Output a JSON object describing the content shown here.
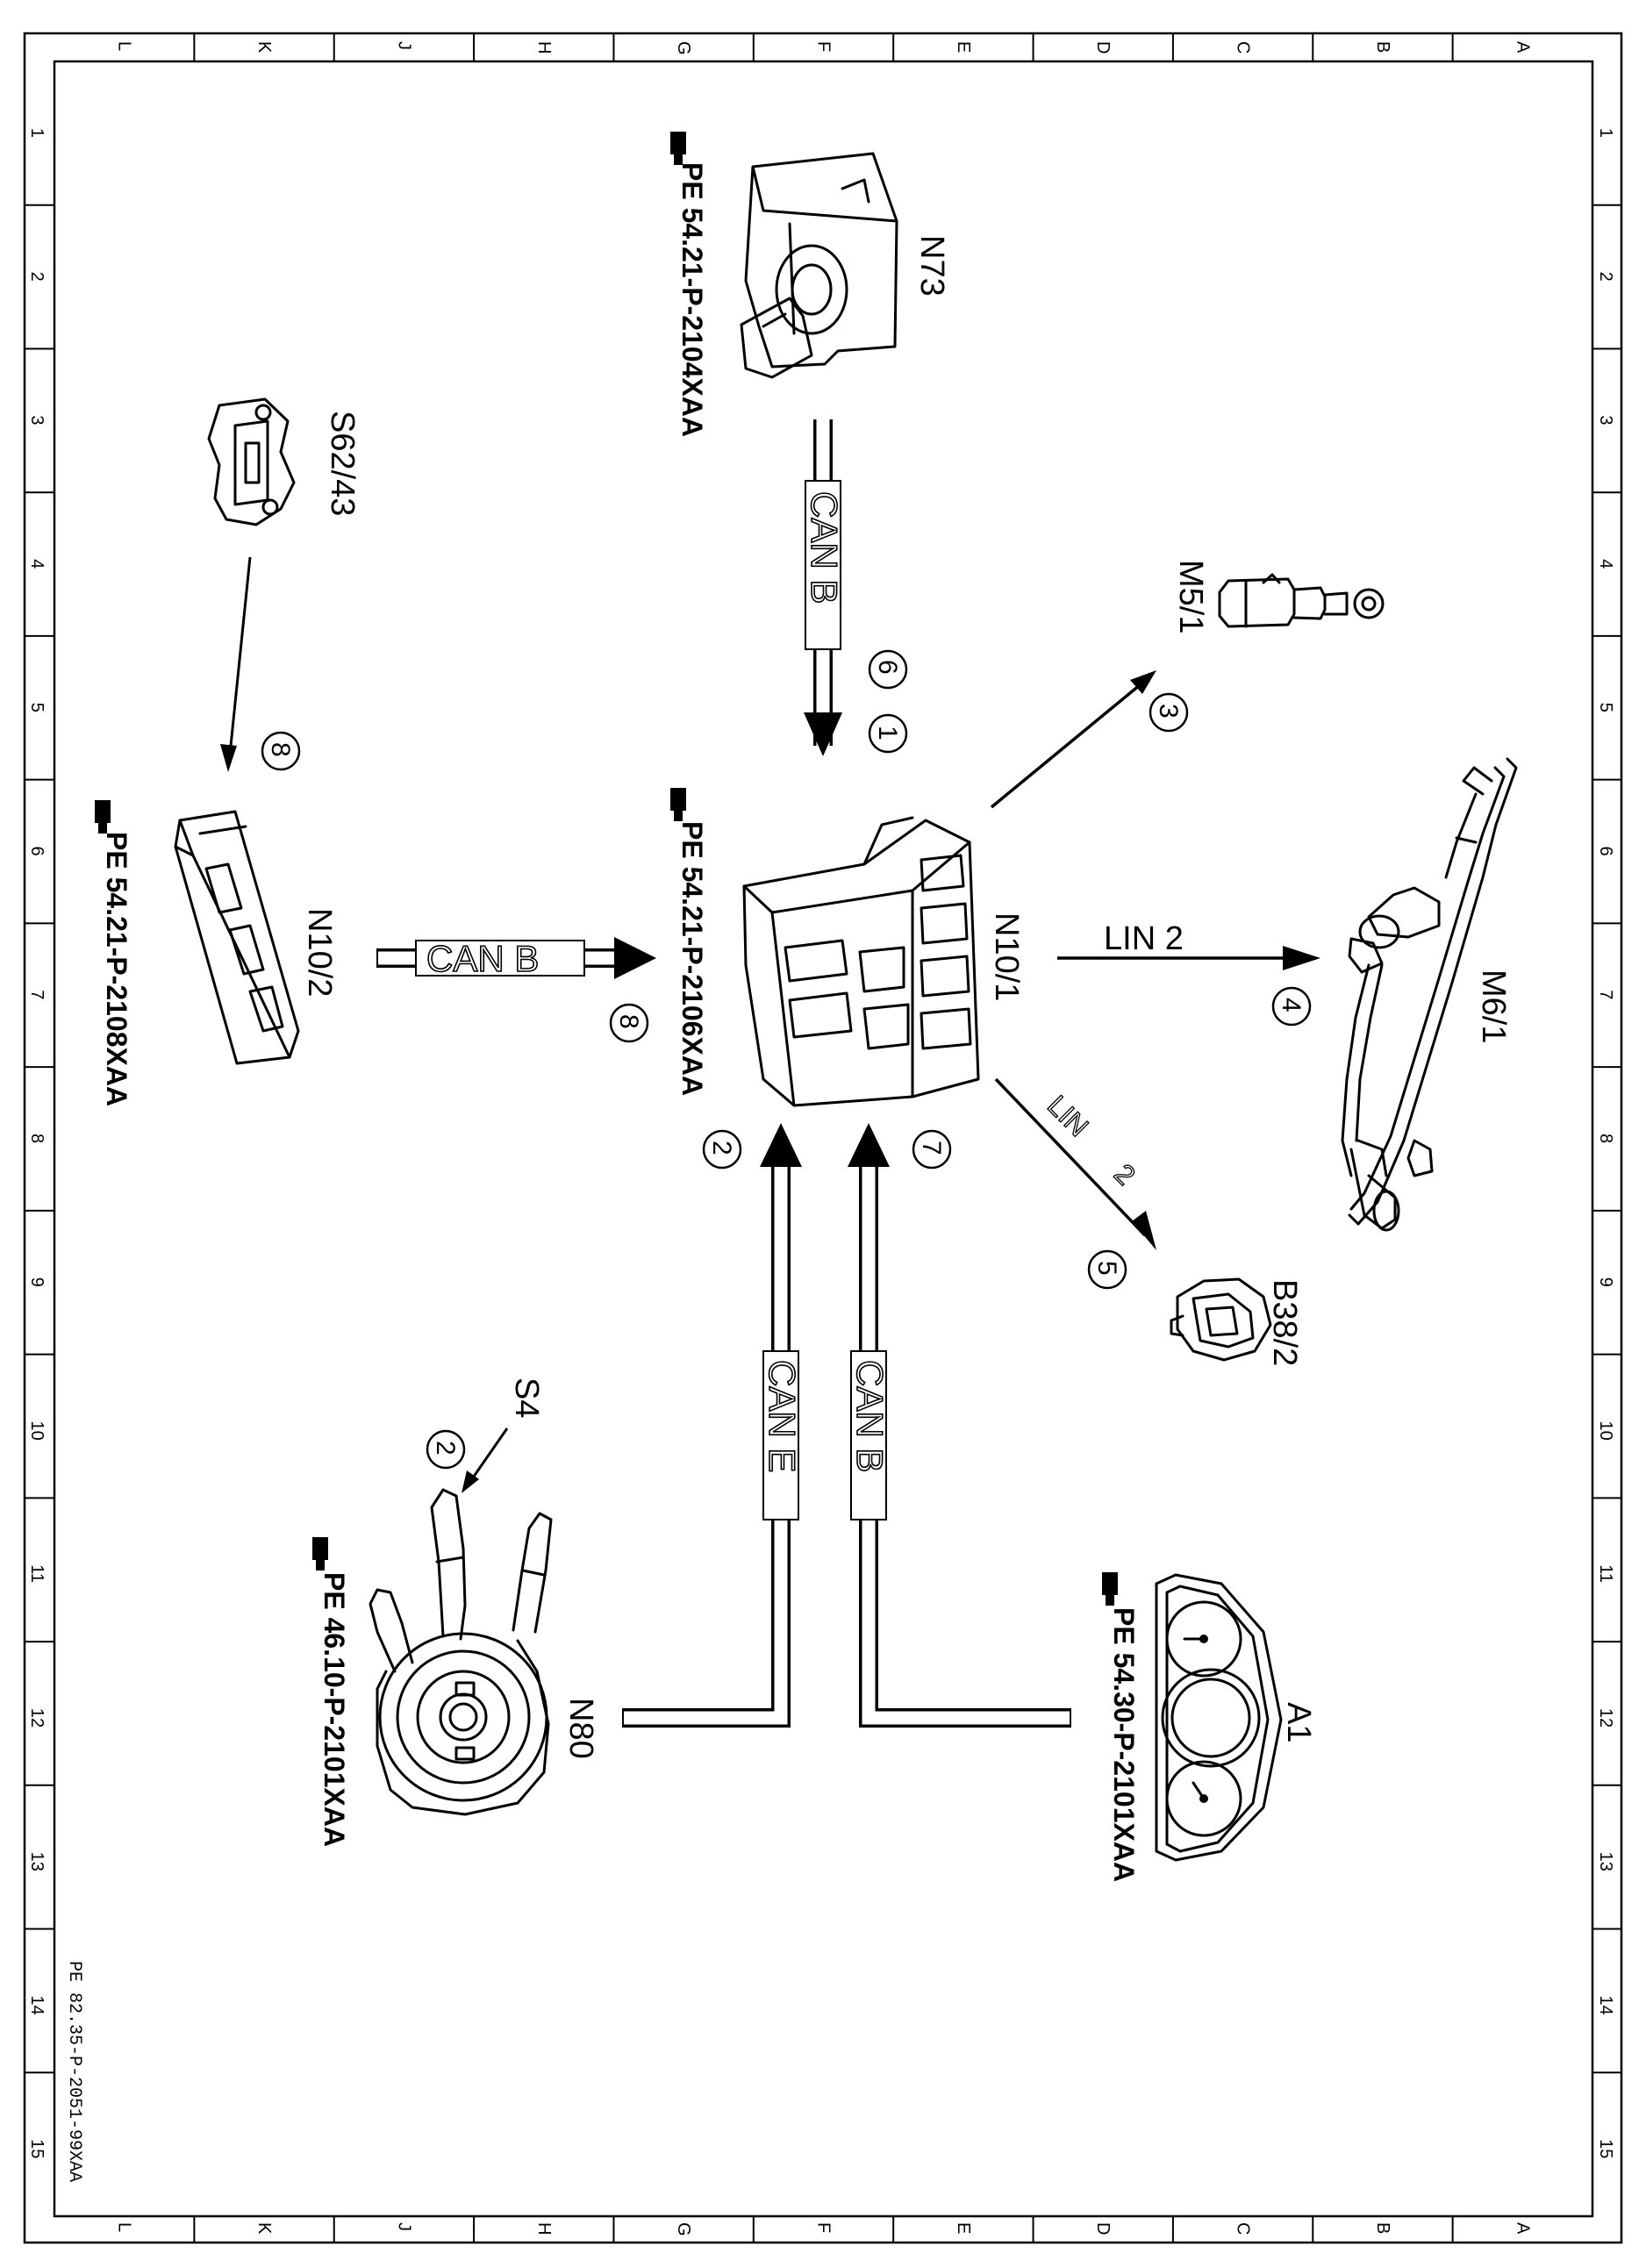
{
  "columns": [
    "L",
    "K",
    "J",
    "H",
    "G",
    "F",
    "E",
    "D",
    "C",
    "B",
    "A"
  ],
  "rows": [
    "1",
    "2",
    "3",
    "4",
    "5",
    "6",
    "7",
    "8",
    "9",
    "10",
    "11",
    "12",
    "13",
    "14",
    "15"
  ],
  "drawing_code": "PE 82.35-P-2051-99XAA",
  "components": {
    "n73": {
      "label": "N73",
      "ref": "PE 54.21-P-2104XAA"
    },
    "s62_43": {
      "label": "S62/43"
    },
    "n10_2": {
      "label": "N10/2",
      "ref": "PE 54.21-P-2108XAA"
    },
    "n10_1": {
      "label": "N10/1",
      "ref": "PE 54.21-P-2106XAA"
    },
    "m5_1": {
      "label": "M5/1"
    },
    "m6_1": {
      "label": "M6/1"
    },
    "b38_2": {
      "label": "B38/2"
    },
    "s4": {
      "label": "S4"
    },
    "n80": {
      "label": "N80",
      "ref": "PE 46.10-P-2101XAA"
    },
    "a1": {
      "label": "A1",
      "ref": "PE 54.30-P-2101XAA"
    }
  },
  "buses": {
    "can_b": "CAN B",
    "can_e": "CAN E",
    "lin_2_word": "LIN",
    "lin_2_num": "2",
    "lin_2_full": "LIN 2"
  },
  "numbers": {
    "n1": "1",
    "n2": "2",
    "n3": "3",
    "n4": "4",
    "n5": "5",
    "n6": "6",
    "n7": "7",
    "n8": "8"
  }
}
